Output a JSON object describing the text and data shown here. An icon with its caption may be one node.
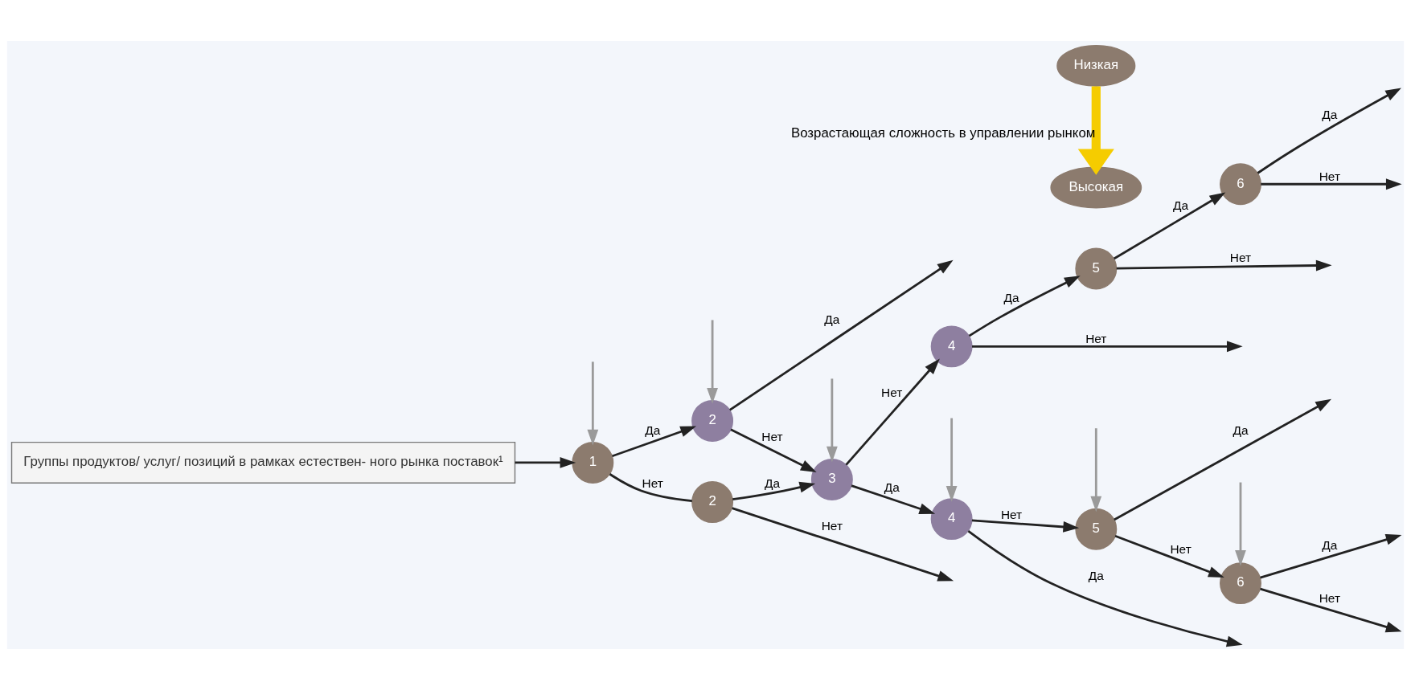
{
  "diagram": {
    "nodes": [
      {
        "text": [
          "Группы продуктов/ услуг/ позиций в рамках естествен- ного рынка поставок¹"
        ]
      },
      {
        "text": [
          "1"
        ]
      },
      {
        "text": [
          "2"
        ]
      },
      {
        "text": [
          "2"
        ]
      },
      {
        "text": [
          "3"
        ]
      },
      {
        "text": [
          "4"
        ]
      },
      {
        "text": [
          "5"
        ]
      },
      {
        "text": [
          "6"
        ]
      },
      {
        "text": [
          "4"
        ]
      },
      {
        "text": [
          "5"
        ]
      },
      {
        "text": [
          "6"
        ]
      },
      {
        "text": [
          "Высокая"
        ]
      },
      {
        "text": [
          "Низкая"
        ]
      }
    ],
    "edges": [
      {
        "from": 0,
        "to": 1,
        "arrow": "to"
      },
      {
        "from": 1,
        "to": 2,
        "arrow": "to",
        "label": "Да"
      },
      {
        "from": 1,
        "to": 3,
        "arrow": "none",
        "label": "Нет"
      },
      {
        "from": 2,
        "to": null,
        "arrow": "to",
        "label": "Да"
      },
      {
        "from": 2,
        "to": 4,
        "arrow": "to",
        "label": "Нет"
      },
      {
        "from": 3,
        "to": 4,
        "arrow": "to",
        "label": "Да"
      },
      {
        "from": 3,
        "to": null,
        "arrow": "to",
        "label": "Нет"
      },
      {
        "from": 4,
        "to": 5,
        "arrow": "to",
        "label": "Да"
      },
      {
        "from": 4,
        "to": 8,
        "arrow": "to",
        "label": "Нет"
      },
      {
        "from": 5,
        "to": null,
        "arrow": "to",
        "label": "Да"
      },
      {
        "from": 5,
        "to": 6,
        "arrow": "to",
        "label": "Нет"
      },
      {
        "from": 6,
        "to": null,
        "arrow": "to",
        "label": "Да"
      },
      {
        "from": 6,
        "to": 7,
        "arrow": "to",
        "label": "Нет"
      },
      {
        "from": 7,
        "to": null,
        "arrow": "to",
        "label": "Да"
      },
      {
        "from": 7,
        "to": null,
        "arrow": "to",
        "label": "Нет"
      },
      {
        "from": 8,
        "to": 9,
        "arrow": "to",
        "label": "Да"
      },
      {
        "from": 8,
        "to": null,
        "arrow": "to",
        "label": "Нет"
      },
      {
        "from": 9,
        "to": 10,
        "arrow": "to",
        "label": "Да"
      },
      {
        "from": 9,
        "to": null,
        "arrow": "to",
        "label": "Нет"
      },
      {
        "from": 10,
        "to": null,
        "arrow": "to",
        "label": "Да"
      },
      {
        "from": 10,
        "to": null,
        "arrow": "to",
        "label": "Нет"
      },
      {
        "from": null,
        "to": 1,
        "arrow": "to",
        "color": "#9a9a9a"
      },
      {
        "from": null,
        "to": 2,
        "arrow": "to",
        "color": "#9a9a9a"
      },
      {
        "from": null,
        "to": 4,
        "arrow": "to",
        "color": "#9a9a9a"
      },
      {
        "from": null,
        "to": 5,
        "arrow": "to",
        "color": "#9a9a9a"
      },
      {
        "from": null,
        "to": 6,
        "arrow": "to",
        "color": "#9a9a9a"
      },
      {
        "from": null,
        "to": 7,
        "arrow": "to",
        "color": "#9a9a9a"
      },
      {
        "from": 12,
        "to": 11,
        "arrow": "to",
        "label": "Возрастающая сложность в управлении рынком",
        "style": "thick",
        "color": "#f5cc00"
      }
    ]
  }
}
